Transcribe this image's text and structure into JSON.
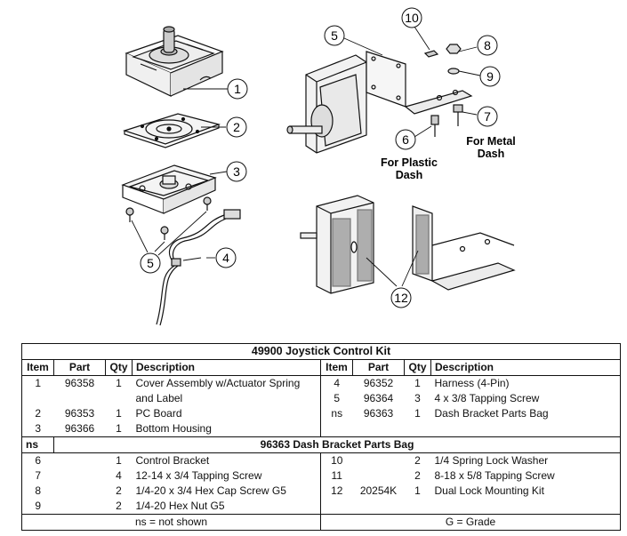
{
  "callouts": [
    "1",
    "2",
    "3",
    "4",
    "5",
    "5",
    "6",
    "7",
    "8",
    "9",
    "10",
    "12"
  ],
  "captions": {
    "plastic_line1": "For Plastic",
    "plastic_line2": "Dash",
    "metal_line1": "For Metal",
    "metal_line2": "Dash"
  },
  "kit": {
    "title": "49900  Joystick Control Kit",
    "headers": [
      "Item",
      "Part",
      "Qty",
      "Description",
      "Item",
      "Part",
      "Qty",
      "Description"
    ],
    "rows": [
      {
        "item": "1",
        "part": "96358",
        "qty": "1",
        "desc": "Cover Assembly w/Actuator Spring",
        "item2": "4",
        "part2": "96352",
        "qty2": "1",
        "desc2": "Harness (4-Pin)"
      },
      {
        "item": "",
        "part": "",
        "qty": "",
        "desc": "and Label",
        "item2": "5",
        "part2": "96364",
        "qty2": "3",
        "desc2": "4 x 3/8 Tapping Screw"
      },
      {
        "item": "2",
        "part": "96353",
        "qty": "1",
        "desc": "PC Board",
        "item2": "ns",
        "part2": "96363",
        "qty2": "1",
        "desc2": "Dash Bracket Parts Bag"
      },
      {
        "item": "3",
        "part": "96366",
        "qty": "1",
        "desc": "Bottom Housing",
        "item2": "",
        "part2": "",
        "qty2": "",
        "desc2": ""
      }
    ]
  },
  "bag": {
    "ns_label": "ns",
    "title": "96363  Dash Bracket Parts Bag",
    "rows": [
      {
        "item": "6",
        "part": "",
        "qty": "1",
        "desc": "Control Bracket",
        "item2": "10",
        "part2": "",
        "qty2": "2",
        "desc2": "1/4 Spring Lock Washer"
      },
      {
        "item": "7",
        "part": "",
        "qty": "4",
        "desc": "12-14 x 3/4 Tapping Screw",
        "item2": "11",
        "part2": "",
        "qty2": "2",
        "desc2": "8-18 x 5/8 Tapping Screw"
      },
      {
        "item": "8",
        "part": "",
        "qty": "2",
        "desc": "1/4-20 x 3/4 Hex Cap Screw G5",
        "item2": "12",
        "part2": "20254K",
        "qty2": "1",
        "desc2": "Dual Lock Mounting Kit"
      },
      {
        "item": "9",
        "part": "",
        "qty": "2",
        "desc": "1/4-20 Hex Nut G5",
        "item2": "",
        "part2": "",
        "qty2": "",
        "desc2": ""
      }
    ]
  },
  "footer": {
    "left": "ns = not shown",
    "right": "G = Grade"
  }
}
